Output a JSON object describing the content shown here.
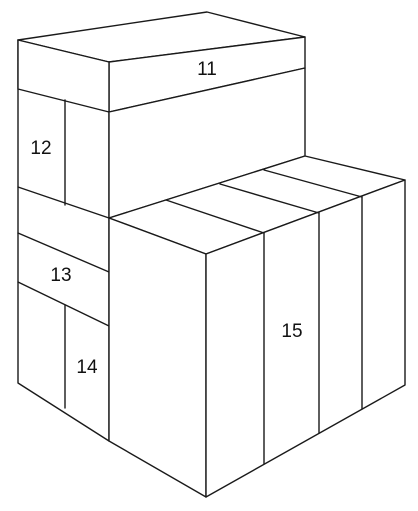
{
  "diagram": {
    "labels": {
      "block_11": "11",
      "block_12": "12",
      "block_13": "13",
      "block_14": "14",
      "block_15": "15"
    },
    "colors": {
      "line": "#1a1a1a",
      "fill": "#ffffff",
      "text": "#111111"
    }
  }
}
